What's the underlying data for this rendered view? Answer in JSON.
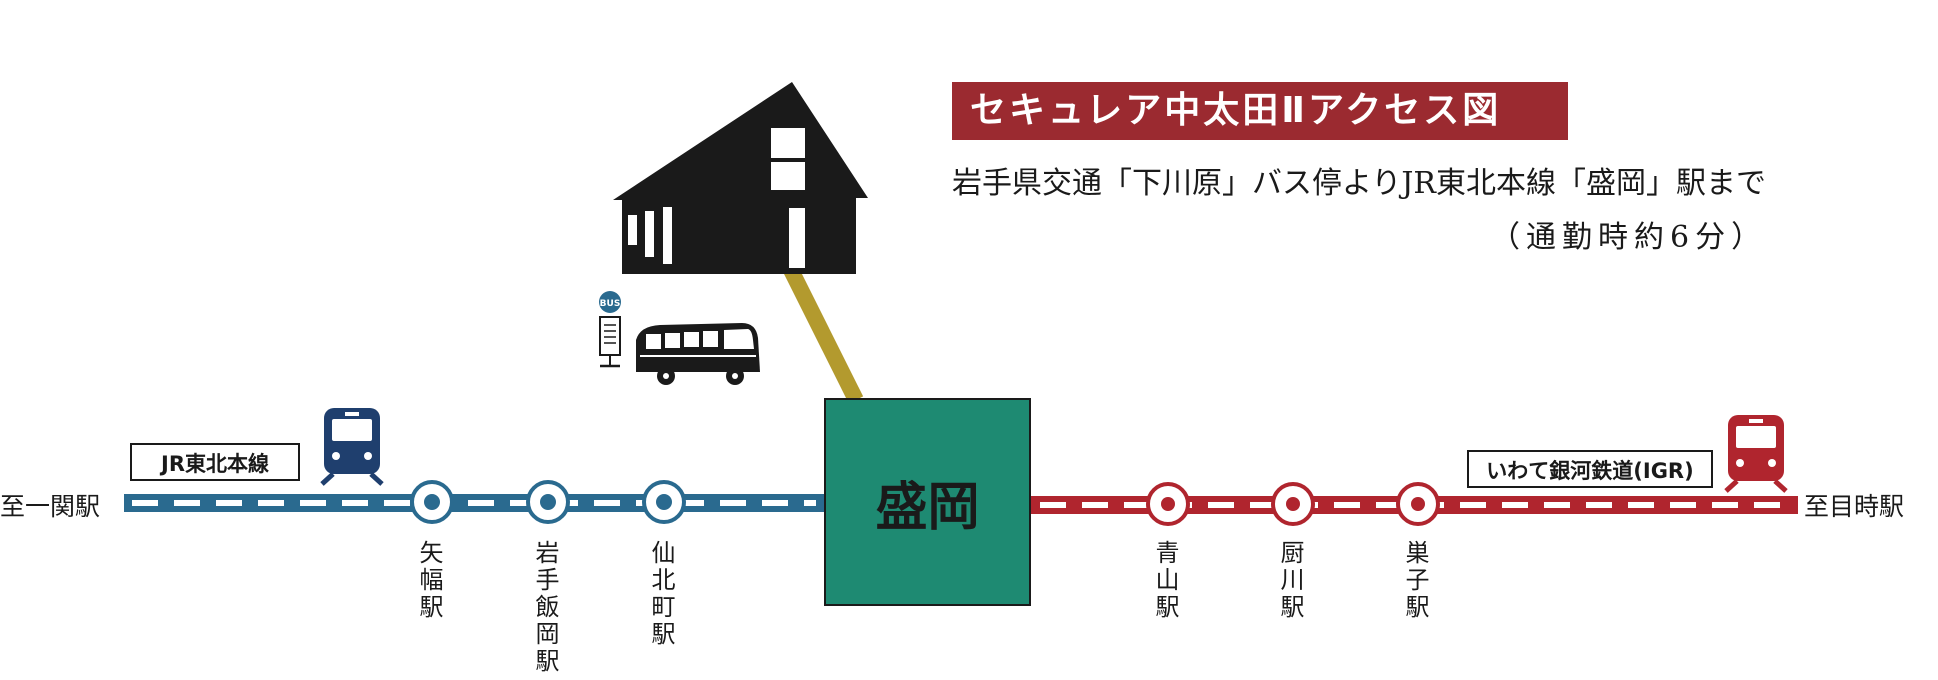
{
  "title": "セキュレア中太田Ⅱアクセス図",
  "subtitle": "岩手県交通「下川原」バス停よりJR東北本線「盛岡」駅まで",
  "duration": "（通勤時約6分）",
  "hub_station": "盛岡",
  "bus_stop_sign": "BUS",
  "west_line": {
    "label": "JR東北本線",
    "color": "#2a6a8f",
    "terminus": "至一関駅",
    "stations": [
      "矢幅駅",
      "岩手飯岡駅",
      "仙北町駅"
    ]
  },
  "east_line": {
    "label": "いわて銀河鉄道(IGR)",
    "color": "#b0252e",
    "terminus": "至目時駅",
    "stations": [
      "青山駅",
      "厨川駅",
      "巣子駅"
    ]
  },
  "colors": {
    "title_bg": "#9b2a30",
    "hub": "#1e8a72",
    "access_road": "#b39a2e",
    "jr_train": "#1f3f6e",
    "igr_train": "#b0252e"
  },
  "icons": [
    "house-icon",
    "bus-stop-icon",
    "bus-icon",
    "train-icon"
  ]
}
